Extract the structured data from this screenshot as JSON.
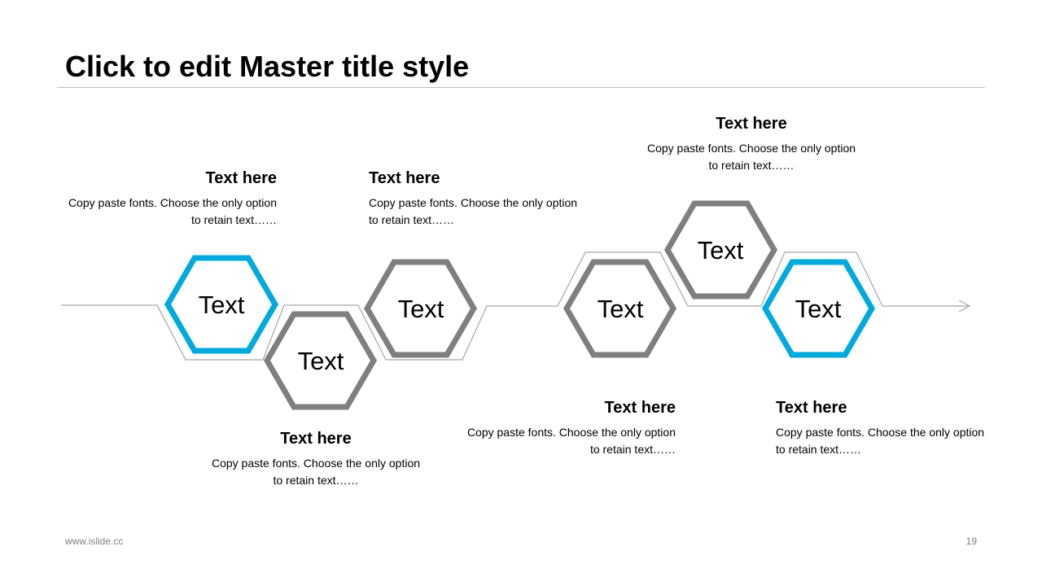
{
  "slide": {
    "title": "Click to edit Master title style"
  },
  "colors": {
    "accent": "#00aadd",
    "neutral": "#7f7f7f",
    "connector": "#a6a6a6"
  },
  "steps": [
    {
      "label": "Text",
      "color": "accent",
      "heading": "Text here",
      "body": "Copy paste fonts. Choose the only option to retain text……"
    },
    {
      "label": "Text",
      "color": "neutral",
      "heading": "Text here",
      "body": "Copy paste fonts. Choose the only option to retain text……"
    },
    {
      "label": "Text",
      "color": "neutral",
      "heading": "Text here",
      "body": "Copy paste fonts. Choose the only option to retain text……"
    },
    {
      "label": "Text",
      "color": "neutral",
      "heading": "Text here",
      "body": "Copy paste fonts. Choose the only option to retain text……"
    },
    {
      "label": "Text",
      "color": "neutral",
      "heading": "Text here",
      "body": "Copy paste fonts. Choose the only option to retain text……"
    },
    {
      "label": "Text",
      "color": "accent",
      "heading": "Text here",
      "body": "Copy paste fonts. Choose the only option to retain text……"
    }
  ],
  "footer": {
    "url": "www.islide.cc",
    "page": "19"
  }
}
